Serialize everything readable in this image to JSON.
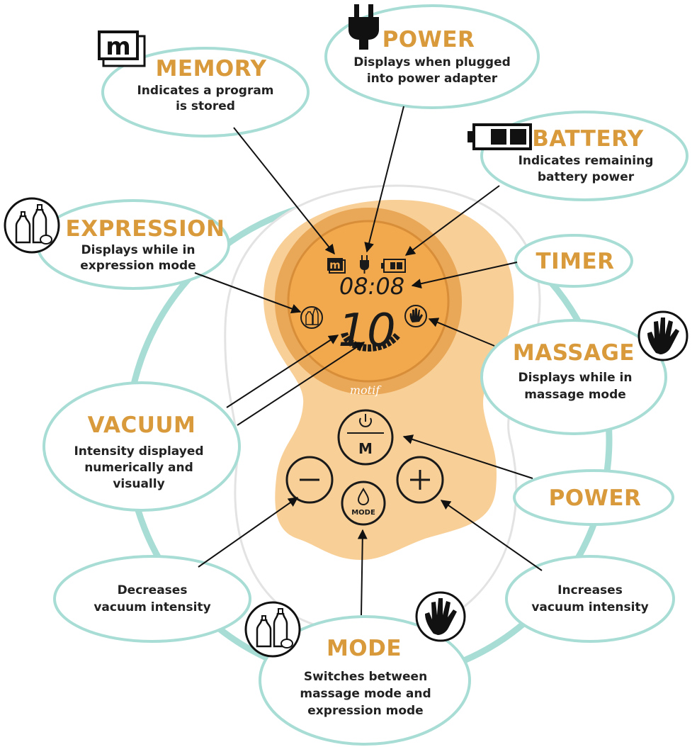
{
  "device": {
    "timer_display": "08:08",
    "vacuum_level_display": "10",
    "brand": "motif",
    "power_button_label": "M",
    "mode_button_label": "MODE",
    "minus_button_label": "−",
    "plus_button_label": "+"
  },
  "callouts": {
    "memory": {
      "title": "MEMORY",
      "lines": [
        "Indicates a program",
        "is stored"
      ]
    },
    "power_top": {
      "title": "POWER",
      "lines": [
        "Displays when plugged",
        "into power adapter"
      ]
    },
    "battery": {
      "title": "BATTERY",
      "lines": [
        "Indicates remaining",
        "battery power"
      ]
    },
    "expression": {
      "title": "EXPRESSION",
      "lines": [
        "Displays while in",
        "expression mode"
      ]
    },
    "timer": {
      "title": "TIMER"
    },
    "massage": {
      "title": "MASSAGE",
      "lines": [
        "Displays while in",
        "massage mode"
      ]
    },
    "vacuum": {
      "title": "VACUUM",
      "lines": [
        "Intensity displayed",
        "numerically and",
        "visually"
      ]
    },
    "power_button": {
      "title": "POWER"
    },
    "decrease": {
      "lines": [
        "Decreases",
        "vacuum intensity"
      ]
    },
    "increase": {
      "lines": [
        "Increases",
        "vacuum intensity"
      ]
    },
    "mode": {
      "title": "MODE",
      "lines": [
        "Switches between",
        "massage mode and",
        "expression mode"
      ]
    }
  },
  "icons": [
    "memory-icon",
    "plug-icon",
    "battery-icon",
    "bottles-icon",
    "hand-icon",
    "power-symbol-icon",
    "drop-icon"
  ],
  "colors": {
    "accent": "#d99a3c",
    "ring": "#a8ddd5",
    "device_body": "#f8cf97",
    "lcd": "#f2a94d"
  }
}
